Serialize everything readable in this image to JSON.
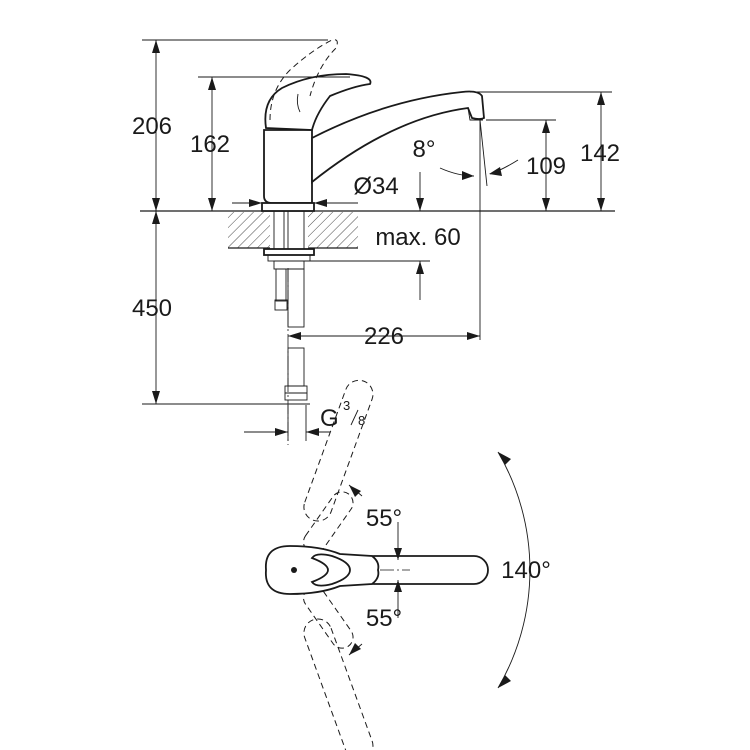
{
  "side_view": {
    "dim_overall_height": "206",
    "dim_lever_height": "162",
    "dim_spout_height": "142",
    "dim_outlet_height": "109",
    "dim_spout_angle": "8°",
    "dim_base_diameter": "Ø34",
    "dim_deck_thickness": "max. 60",
    "dim_hose_length": "450",
    "dim_spout_reach": "226",
    "dim_connection_thread": "G",
    "dim_thread_numerator": "3",
    "dim_thread_denominator": "8"
  },
  "top_view": {
    "dim_swivel_range": "140°",
    "dim_lever_angle_upper": "55°",
    "dim_lever_angle_lower": "55°"
  }
}
